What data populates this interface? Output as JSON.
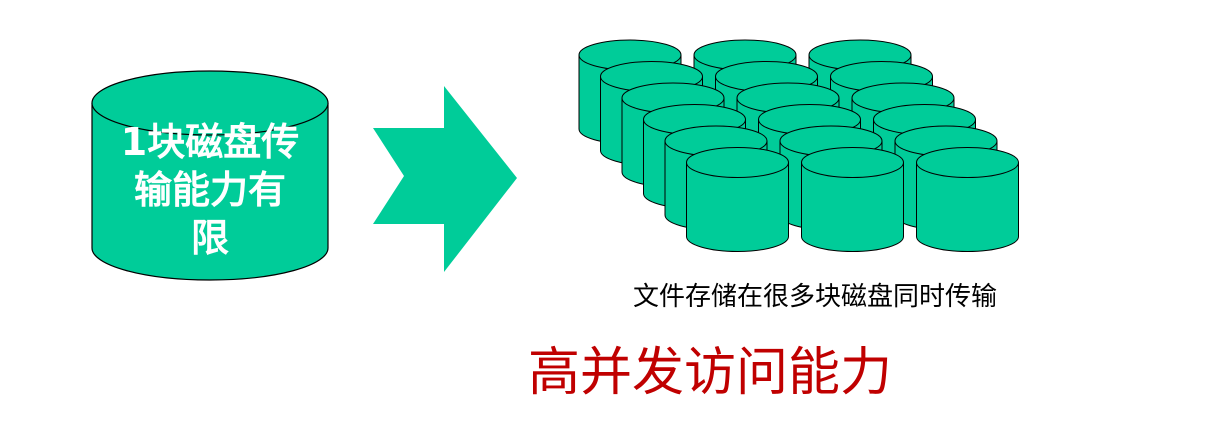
{
  "single_disk": {
    "label_lines": [
      "1块磁盘传",
      "输能力有",
      "限"
    ]
  },
  "array_caption": "文件存储在很多块磁盘同时传输",
  "headline": "高并发访问能力",
  "colors": {
    "disk_fill": "#00cc99",
    "disk_stroke": "#000000",
    "arrow_fill": "#00cc99",
    "headline": "#c00000",
    "caption": "#000000"
  },
  "icons": {
    "single_disk": "cylinder-disk-icon",
    "arrow": "right-arrow-icon",
    "disk_array": "disk-array-icon"
  }
}
